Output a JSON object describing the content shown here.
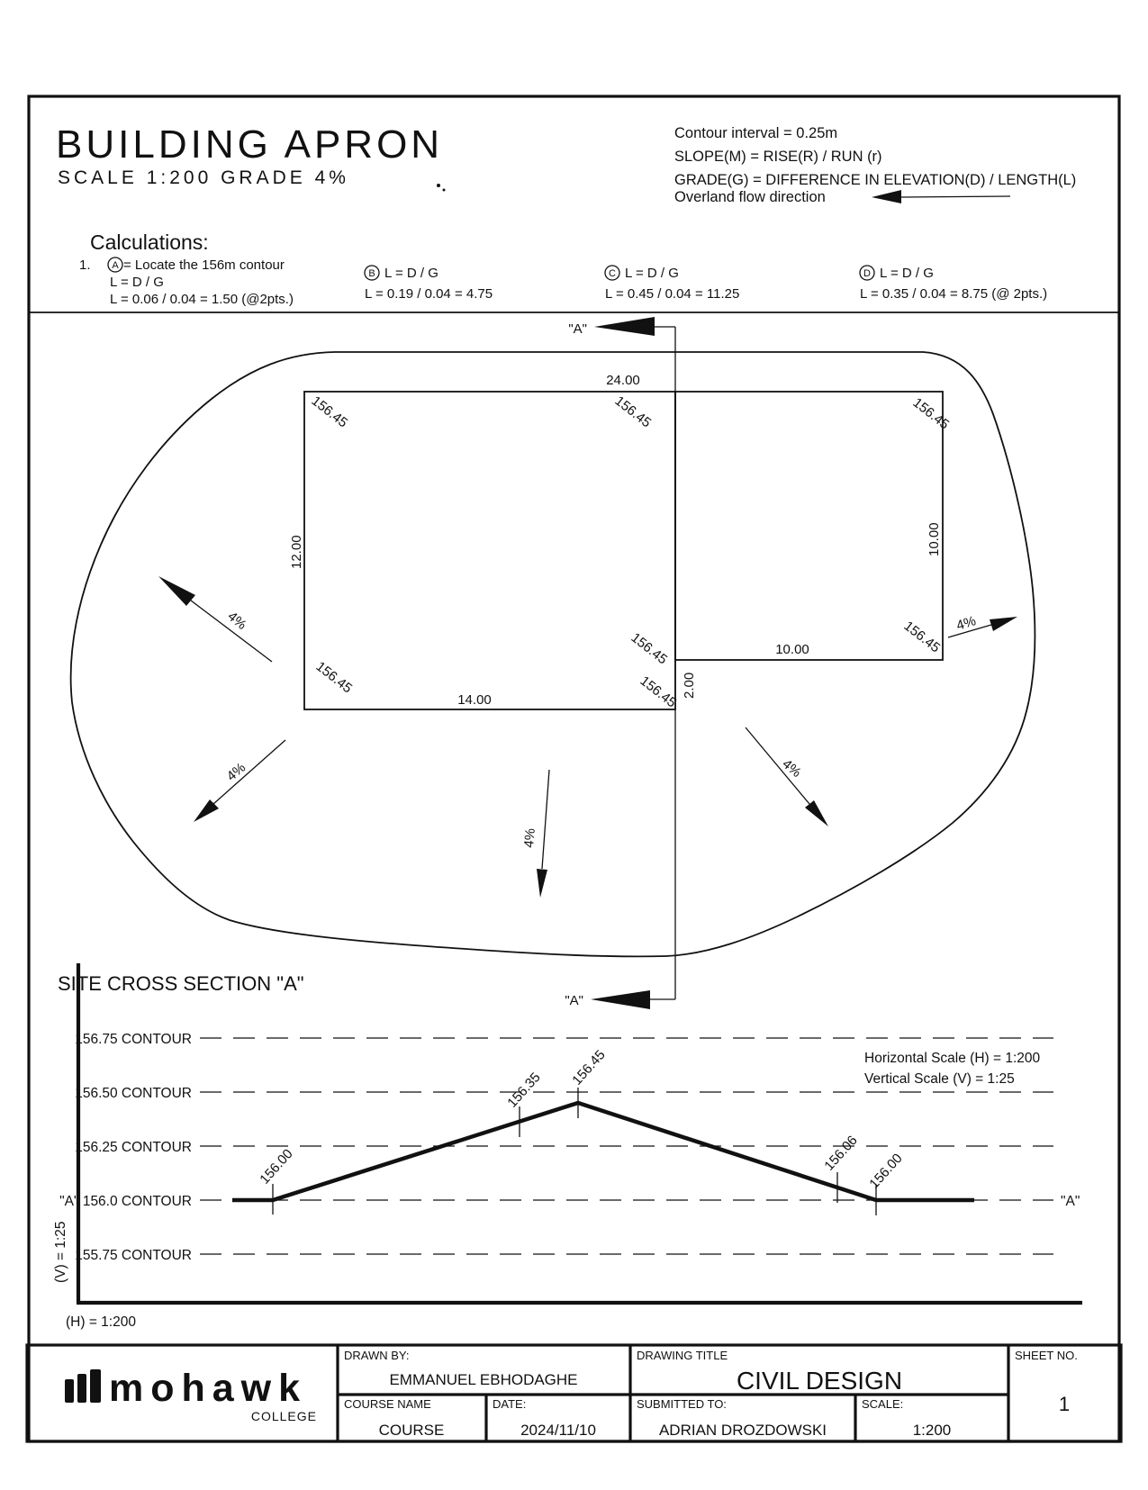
{
  "header": {
    "title": "BUILDING APRON",
    "subtitle": "SCALE 1:200   GRADE 4%",
    "notes": {
      "line1": "Contour interval = 0.25m",
      "line2": "SLOPE(M) = RISE(R) / RUN (r)",
      "line3": "GRADE(G) = DIFFERENCE IN ELEVATION(D) / LENGTH(L)",
      "line4": "Overland flow direction"
    }
  },
  "calculations": {
    "heading": "Calculations:",
    "item_number": "1.",
    "a": {
      "letter": "A",
      "line1": "= Locate the 156m contour",
      "line2": "L = D / G",
      "line3": "L = 0.06 / 0.04 = 1.50 (@2pts.)"
    },
    "b": {
      "letter": "B",
      "line1": "L = D / G",
      "line2": "L = 0.19 / 0.04 = 4.75"
    },
    "c": {
      "letter": "C",
      "line1": "L = D / G",
      "line2": "L = 0.45 / 0.04 = 11.25"
    },
    "d": {
      "letter": "D",
      "line1": "L = D / G",
      "line2": "L = 0.35 / 0.04 = 8.75 (@ 2pts.)"
    }
  },
  "plan": {
    "section_marker": "\"A\"",
    "dim_top": "24.00",
    "dim_left": "12.00",
    "dim_bottom": "14.00",
    "dim_right_rect_width": "10.00",
    "dim_right_rect_height": "10.00",
    "dim_offset": "2.00",
    "corner_elevation": "156.45",
    "slope_label": "4%"
  },
  "cross_section": {
    "title": "SITE CROSS SECTION \"A\"",
    "contour_labels": [
      "156.75 CONTOUR",
      "156.50 CONTOUR",
      "156.25 CONTOUR",
      "\"A\" 156.0 CONTOUR",
      "155.75 CONTOUR"
    ],
    "right_marker": "\"A\"",
    "h_scale_note": "Horizontal Scale (H) = 1:200",
    "v_scale_note": "Vertical Scale (V) = 1:25",
    "v_axis_label": "(V) = 1:25",
    "h_axis_label": "(H) = 1:200",
    "point_labels": [
      "156.00",
      "156.35",
      "156.45",
      "156.06",
      "156.00"
    ]
  },
  "chart_data": {
    "type": "line",
    "title": "SITE CROSS SECTION \"A\"",
    "xlabel": "(H) = 1:200",
    "ylabel": "(V) = 1:25",
    "x_station_m": [
      0,
      1.5,
      13.1,
      22.9,
      24.3,
      28.0
    ],
    "elevation_m": [
      156.0,
      156.0,
      156.45,
      156.06,
      156.0,
      156.0
    ],
    "gridlines_m": [
      155.75,
      156.0,
      156.25,
      156.5,
      156.75
    ],
    "ylim": [
      155.6,
      156.9
    ],
    "grid": "dashed horizontal contour lines",
    "annotations": [
      "156.00",
      "156.35",
      "156.45",
      "156.06",
      "156.00"
    ]
  },
  "title_block": {
    "drawn_by_label": "DRAWN BY:",
    "drawn_by": "EMMANUEL EBHODAGHE",
    "drawing_title_label": "DRAWING TITLE",
    "drawing_title": "CIVIL DESIGN",
    "sheet_no_label": "SHEET NO.",
    "sheet_no": "1",
    "course_name_label": "COURSE NAME",
    "course_name": "COURSE",
    "date_label": "DATE:",
    "date": "2024/11/10",
    "submitted_to_label": "SUBMITTED TO:",
    "submitted_to": "ADRIAN DROZDOWSKI",
    "scale_label": "SCALE:",
    "scale": "1:200",
    "logo_text": "mohawk",
    "logo_subtext": "COLLEGE"
  }
}
